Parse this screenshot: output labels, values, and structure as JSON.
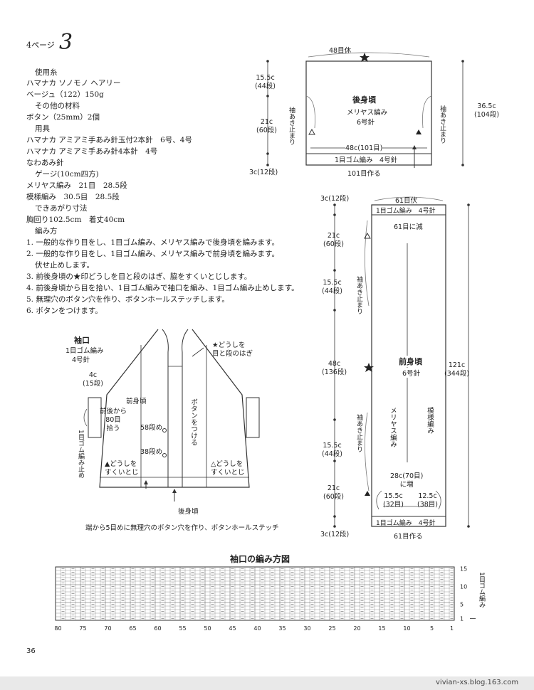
{
  "header": {
    "page_label": "4ページ",
    "pattern_number": "3"
  },
  "materials": {
    "yarn_heading": "使用糸",
    "yarn_name": "ハマナカ ソノモノ ヘアリー",
    "yarn_color": "ベージュ（122）150g",
    "other_heading": "その他の材料",
    "other_item": "ボタン（25mm）2個",
    "tools_heading": "用具",
    "tool_1": "ハマナカ アミアミ手あみ針玉付2本針　6号、4号",
    "tool_2": "ハマナカ アミアミ手あみ針4本針　4号",
    "tool_3": "なわあみ針",
    "gauge_heading": "ゲージ(10cm四方)",
    "gauge_1": "メリヤス編み　21目　28.5段",
    "gauge_2": "模様編み　30.5目　28.5段",
    "size_heading": "できあがり寸法",
    "size_value": "胸回り102.5cm　着丈40cm",
    "method_heading": "編み方",
    "steps": [
      "1. 一般的な作り目をし、1目ゴム編み、メリヤス編みで後身頃を編みます。",
      "2. 一般的な作り目をし、1目ゴム編み、メリヤス編みで前身頃を編みます。",
      "伏せ止めします。",
      "3. 前後身頃の★印どうしを目と段のはぎ、脇をすくいとじします。",
      "4. 前後身頃から目を拾い、1目ゴム編みで袖口を編み、1目ゴム編み止めします。",
      "5. 無理穴のボタン穴を作り、ボタンホールステッチします。",
      "6. ボタンをつけます。"
    ]
  },
  "back_body": {
    "title": "後身頃",
    "stitch": "メリヤス編み",
    "needle": "6号針",
    "top_label": "48目休",
    "top_left_dim": "15.5c\n(44段)",
    "left_mid_dim": "21c\n(60段)",
    "left_bottom_dim": "3c(12段)",
    "right_dim": "36.5c\n(104段)",
    "side_note": "袖あき止まり",
    "width_label": "48c(101目)",
    "rib_label": "1目ゴム編み　4号針",
    "cast_on": "101目作る"
  },
  "front_body": {
    "title": "前身頃",
    "needle": "6号針",
    "top_label": "61目伏",
    "top_rib": "1目ゴム編み　4号針",
    "decrease": "61目に減",
    "dims_left": [
      "3c(12段)",
      "21c\n(60段)",
      "15.5c\n(44段)",
      "48c\n(136段)",
      "15.5c\n(44段)",
      "21c\n(60段)",
      "3c(12段)"
    ],
    "right_dim": "121c\n(344段)",
    "side_note": "袖あき止まり",
    "stitch_a": "メリヤス編み",
    "stitch_b": "模様編み",
    "increase": "28c(70目)\nに増",
    "left_part": "15.5c\n(32目)",
    "right_part": "12.5c\n(38目)",
    "bottom_rib": "1目ゴム編み　4号針",
    "cast_on": "61目作る"
  },
  "assembly": {
    "cuff_title": "袖口",
    "cuff_stitch": "1目ゴム編み",
    "cuff_needle": "4号針",
    "cuff_width": "4c\n(15段)",
    "pickup": "前後から\n80目\n拾う",
    "cuff_bind": "1目ゴム編み止め",
    "front_label": "前身頃",
    "star_join": "★どうしを\n目と段のはぎ",
    "button_note": "ボタンをつける",
    "row_58": "58段め",
    "row_38": "38段め",
    "seam_left": "▲どうしを\nすくいとじ",
    "seam_right": "△どうしを\nすくいとじ",
    "back_label": "後身頃",
    "buttonhole_note": "端から5目めに無理穴のボタン穴を作り、ボタンホールステッチ"
  },
  "chart": {
    "title": "袖口の編み方図",
    "x_ticks": [
      "80",
      "75",
      "70",
      "65",
      "60",
      "55",
      "50",
      "45",
      "40",
      "35",
      "30",
      "25",
      "20",
      "15",
      "10",
      "5",
      "1"
    ],
    "y_ticks": [
      "15",
      "10",
      "5",
      "1"
    ],
    "side_label": "1目ゴム編み",
    "columns": 80,
    "rows": 15
  },
  "page_number": "36",
  "watermark": "vivian-xs.blog.163.com"
}
